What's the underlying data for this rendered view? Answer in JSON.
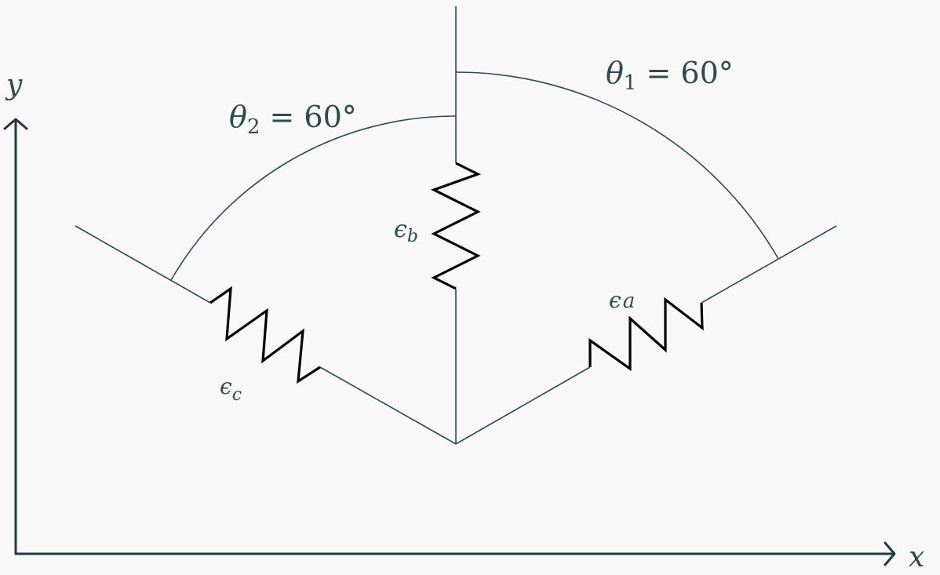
{
  "axes": {
    "x_label": "x",
    "y_label": "y"
  },
  "angles": {
    "theta1": {
      "symbol": "θ",
      "sub": "1",
      "rhs": " = 60°"
    },
    "theta2": {
      "symbol": "θ",
      "sub": "2",
      "rhs": " = 60°"
    }
  },
  "gauges": {
    "a": {
      "symbol": "ϵ",
      "sub": "a"
    },
    "b": {
      "symbol": "ϵ",
      "sub": "b"
    },
    "c": {
      "symbol": "ϵ",
      "sub": "c"
    }
  }
}
